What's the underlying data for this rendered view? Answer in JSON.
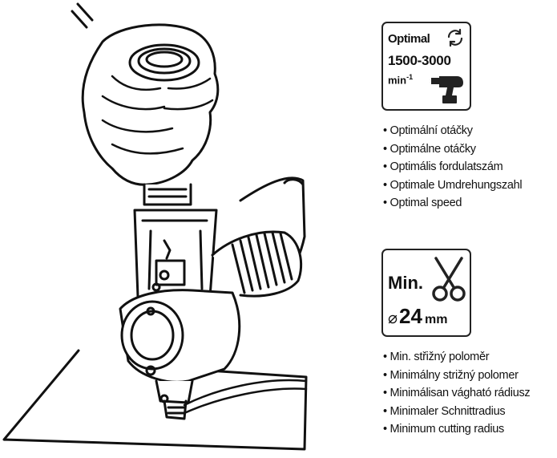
{
  "speed_panel": {
    "title": "Optimal",
    "range": "1500-3000",
    "unit": "min",
    "unit_exp": "-1",
    "icons": [
      "rotate-arrows-icon",
      "drill-icon"
    ],
    "items": [
      "Optimální otáčky",
      "Optimálne otáčky",
      "Optimális fordulatszám",
      "Optimale Umdrehungszahl",
      "Optimal speed"
    ]
  },
  "radius_panel": {
    "label": "Min.",
    "diameter_symbol": "⌀",
    "value": "24",
    "unit": "mm",
    "icons": [
      "scissors-icon"
    ],
    "items": [
      "Min. střižný poloměr",
      "Minimálny strižný polomer",
      "Minimálisan vágható rádiusz",
      "Minimaler Schnittradius",
      "Minimum cutting radius"
    ]
  },
  "illustration": {
    "subject": "hand-holding-nibbler-attachment-cutting-sheet"
  }
}
